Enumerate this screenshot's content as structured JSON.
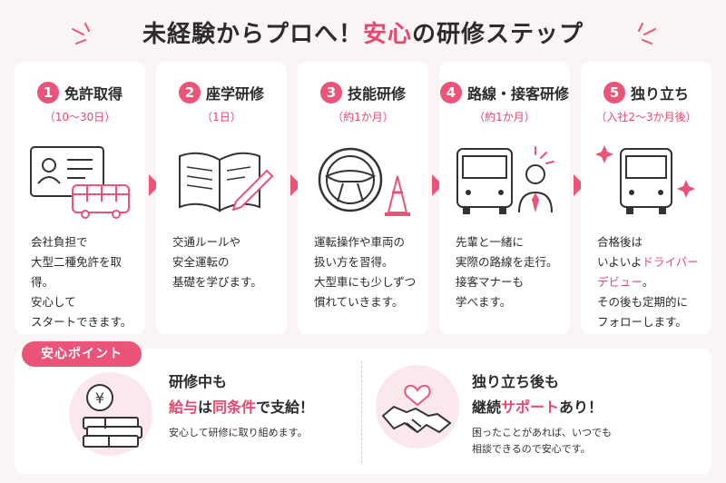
{
  "title": {
    "part1": "未経験からプロへ！",
    "accent": "安心",
    "part2": "の研修ステップ"
  },
  "colors": {
    "accent": "#ec5378",
    "text": "#2b2b2b",
    "background": "#faf4f4",
    "soft_pink": "#fbe8ec"
  },
  "steps": [
    {
      "num": "1",
      "title": "免許取得",
      "sub": "（10〜30日）",
      "text": "会社負担で\n大型二種免許を取得。\n安心して\nスタートできます。",
      "icon": "license-bus-icon"
    },
    {
      "num": "2",
      "title": "座学研修",
      "sub": "（1日）",
      "text": "交通ルールや\n安全運転の\n基礎を学びます。",
      "icon": "book-pencil-icon"
    },
    {
      "num": "3",
      "title": "技能研修",
      "sub": "（約1か月）",
      "text": "運転操作や車両の\n扱い方を習得。\n大型車にも少しずつ\n慣れていきます。",
      "icon": "steering-cone-icon"
    },
    {
      "num": "4",
      "title": "路線・接客研修",
      "sub": "（約1か月）",
      "text": "先輩と一緒に\n実際の路線を走行。\n接客マナーも\n学べます。",
      "icon": "bus-staff-icon"
    },
    {
      "num": "5",
      "title": "独り立ち",
      "sub": "（入社2〜3か月後）",
      "text_before": "合格後は\nいよいよ",
      "text_hl": "ドライバー\nデビュー",
      "text_after": "。\nその後も定期的に\nフォローします。",
      "icon": "bus-sparkle-icon"
    }
  ],
  "point": {
    "tag": "安心ポイント",
    "left": {
      "line1": "研修中も",
      "l2_hl1": "給与",
      "l2_mid": "は",
      "l2_hl2": "同条件",
      "l2_end": "で支給！",
      "small": "安心して研修に取り組めます。",
      "icon": "yen-money-icon"
    },
    "right": {
      "line1": "独り立ち後も",
      "l2_start": "継続",
      "l2_hl": "サポート",
      "l2_end": "あり！",
      "small": "困ったことがあれば、いつでも\n相談できるので安心です。",
      "icon": "handshake-heart-icon"
    }
  }
}
